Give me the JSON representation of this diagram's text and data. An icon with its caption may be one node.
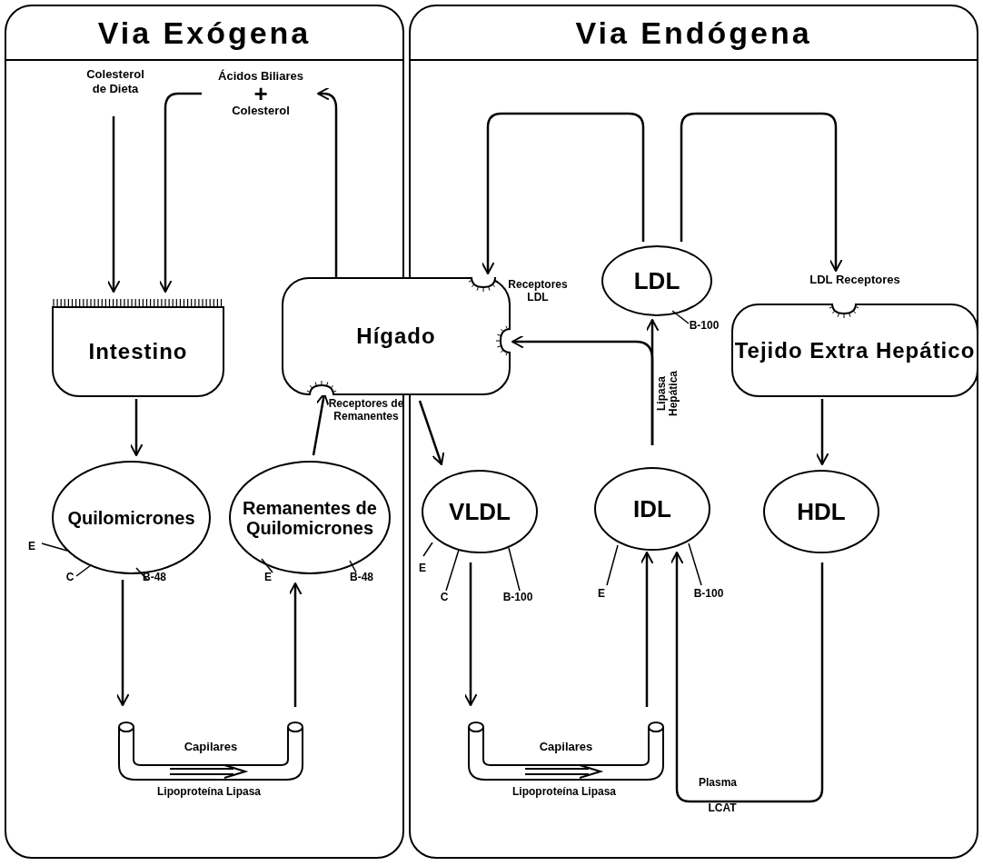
{
  "diagram": {
    "nodes": [
      {
        "text": [
          "Via Exógena"
        ]
      },
      {
        "text": [
          "Via Endógena"
        ]
      },
      {
        "text": [
          "Colesterol de Dieta"
        ],
        "in": 0
      },
      {
        "text": [
          "Ácidos Biliares",
          "+",
          "Colesterol"
        ],
        "in": 0
      },
      {
        "text": [
          "Intestino"
        ],
        "in": 0
      },
      {
        "text": [
          "Hígado"
        ],
        "beside": [
          "Receptores LDL",
          "Receptores de Remanentes"
        ]
      },
      {
        "text": [
          "Quilomicrones"
        ],
        "in": 0,
        "beside": [
          "E",
          "C",
          "B-48"
        ]
      },
      {
        "text": [
          "Remanentes de Quilomicrones"
        ],
        "in": 0,
        "beside": [
          "E",
          "B-48"
        ]
      },
      {
        "text": [
          "Capilares"
        ],
        "in": 0,
        "beside": [
          "Lipoproteína Lipasa"
        ]
      },
      {
        "text": [
          "LDL"
        ],
        "in": 1,
        "beside": [
          "B-100"
        ]
      },
      {
        "text": [
          "LDL Receptores",
          "Tejido Extra Hepático"
        ],
        "in": 1
      },
      {
        "text": [
          "VLDL"
        ],
        "in": 1,
        "beside": [
          "E",
          "C",
          "B-100"
        ]
      },
      {
        "text": [
          "IDL"
        ],
        "in": 1,
        "beside": [
          "E",
          "B-100"
        ]
      },
      {
        "text": [
          "HDL"
        ],
        "in": 1
      },
      {
        "text": [
          "Capilares"
        ],
        "in": 1,
        "beside": [
          "Lipoproteína Lipasa"
        ]
      }
    ],
    "edges": [
      {
        "from": 2,
        "to": 4,
        "arrow": "to"
      },
      {
        "from": 3,
        "to": 4,
        "arrow": "to"
      },
      {
        "from": 5,
        "to": 3,
        "arrow": "to"
      },
      {
        "from": 4,
        "to": 6,
        "arrow": "to"
      },
      {
        "from": 7,
        "to": 5,
        "arrow": "to"
      },
      {
        "from": 6,
        "to": 8,
        "arrow": "to"
      },
      {
        "from": 8,
        "to": 7,
        "arrow": "to"
      },
      {
        "from": 5,
        "to": 11,
        "arrow": "to"
      },
      {
        "from": 11,
        "to": 14,
        "arrow": "to"
      },
      {
        "from": 14,
        "to": 12,
        "arrow": "to"
      },
      {
        "from": 12,
        "to": 9,
        "arrow": "to",
        "label": "Lipasa Hepática"
      },
      {
        "from": 12,
        "to": 5,
        "arrow": "to"
      },
      {
        "from": 9,
        "to": 5,
        "arrow": "to"
      },
      {
        "from": 9,
        "to": 10,
        "arrow": "to"
      },
      {
        "from": 10,
        "to": 13,
        "arrow": "to"
      },
      {
        "from": 13,
        "to": 12,
        "arrow": "to",
        "label": "Plasma"
      }
    ],
    "labels": [
      "LCAT"
    ]
  }
}
